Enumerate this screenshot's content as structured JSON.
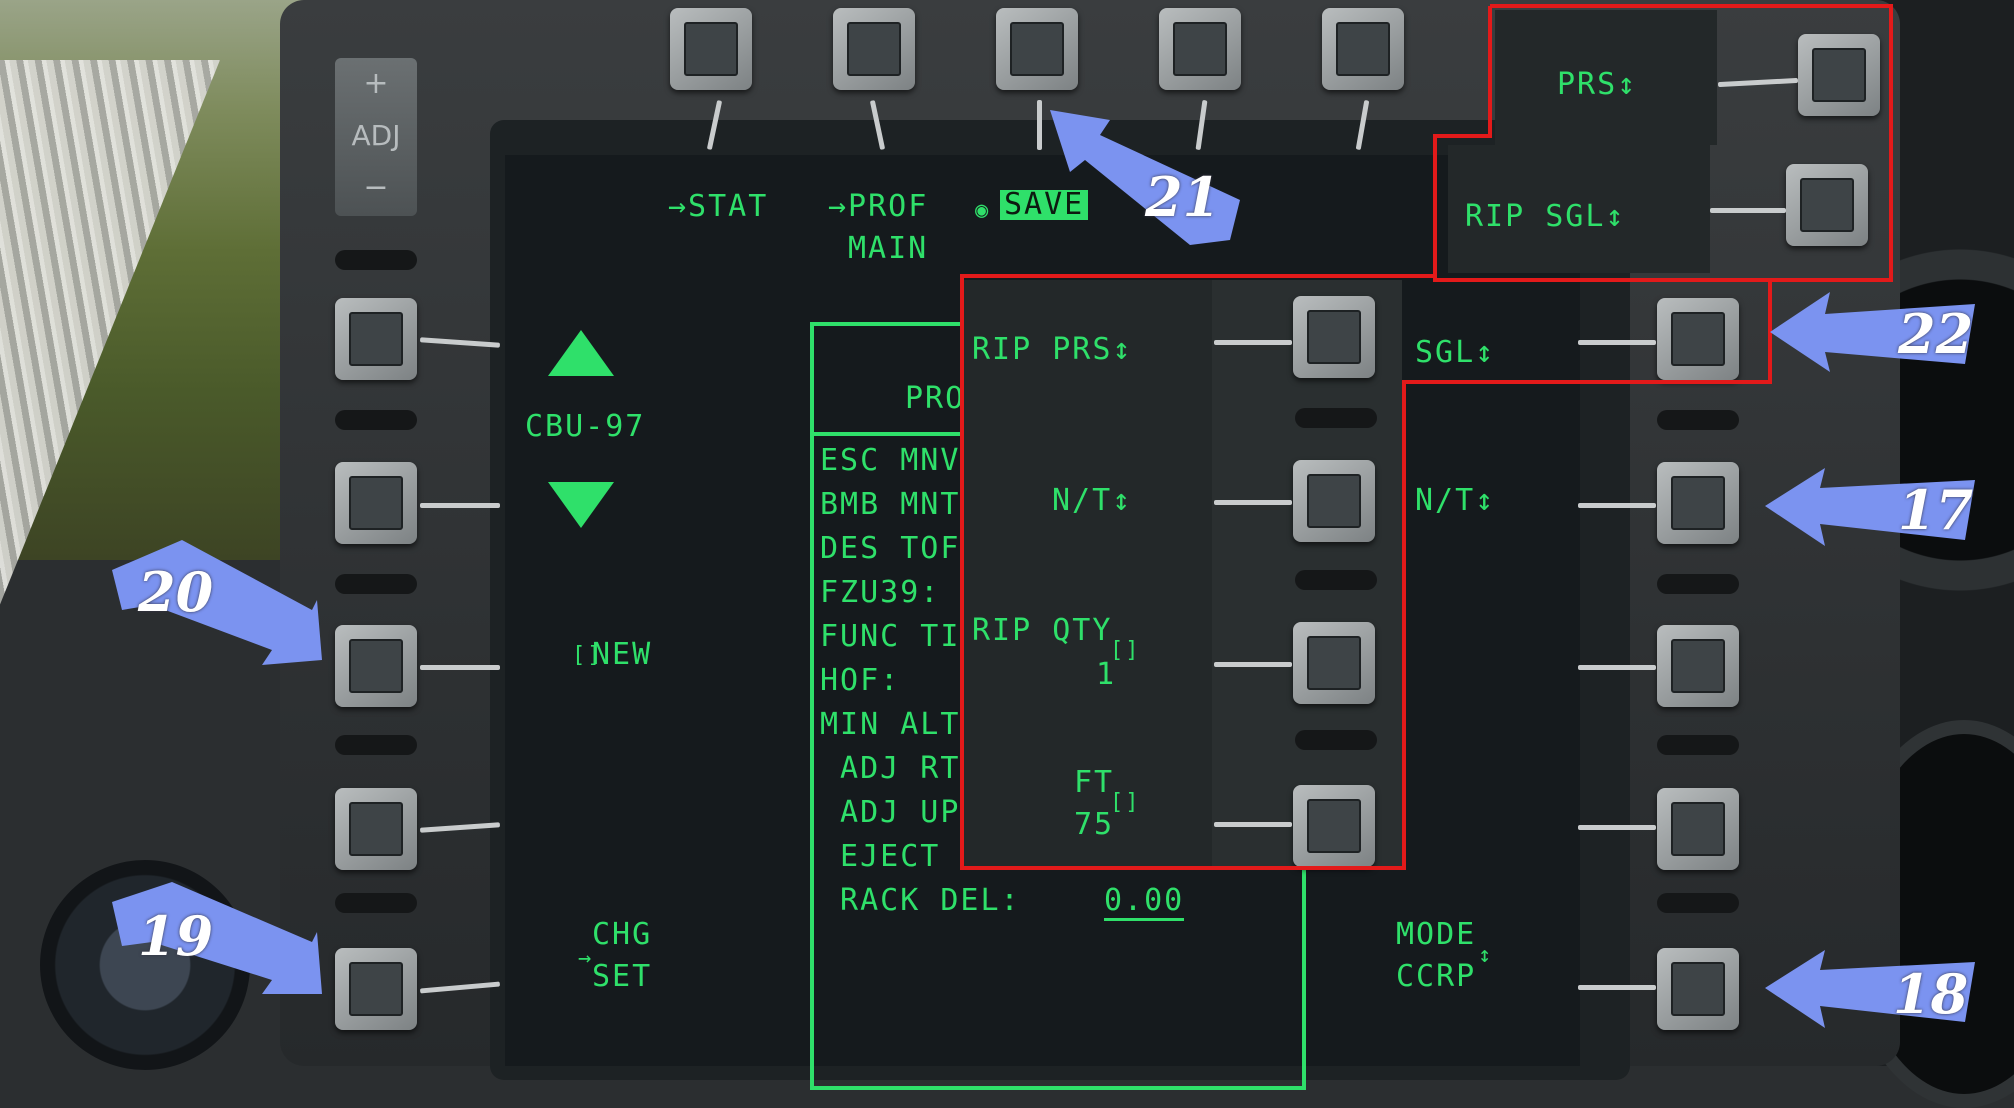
{
  "osb_top": {
    "stat": "→STAT",
    "prof": "→PROF",
    "save_marker": "◉",
    "save": "SAVE",
    "main": "MAIN"
  },
  "left": {
    "adj_plus": "+",
    "adj": "ADJ",
    "adj_minus": "−",
    "munition": "CBU-97",
    "new_marker": "[]",
    "new": "NEW",
    "chg": "CHG",
    "set": "SET",
    "chg_arrow": "→"
  },
  "right": {
    "sgl": "SGL↕",
    "nt": "N/T↕",
    "mode": "MODE",
    "mode_val": "CCRP",
    "mode_arrow": "↕"
  },
  "profile": {
    "header": "PRO",
    "rows": [
      "ESC MNV",
      "BMB MNT",
      "DES TOF",
      "FZU39:",
      "FUNC TI",
      "HOF:",
      "MIN ALT",
      " ADJ RT",
      " ADJ UP",
      " EJECT",
      " RACK DEL:"
    ],
    "rack_del_value": "0.00"
  },
  "overlay_top": {
    "prs": "PRS↕",
    "rip_sgl": "RIP SGL↕"
  },
  "overlay_mid": {
    "rip_prs": "RIP PRS↕",
    "nt": "N/T↕",
    "rip_qty": "RIP QTY",
    "rip_qty_marker": "[]",
    "rip_qty_val": "1",
    "ft": "FT",
    "ft_marker": "[]",
    "ft_val": "75"
  },
  "callouts": [
    "17",
    "18",
    "19",
    "20",
    "21",
    "22"
  ],
  "colors": {
    "mfcd_green": "#2fe06a",
    "callout_blue": "#7b93f0",
    "highlight_red": "#e31a1a"
  }
}
